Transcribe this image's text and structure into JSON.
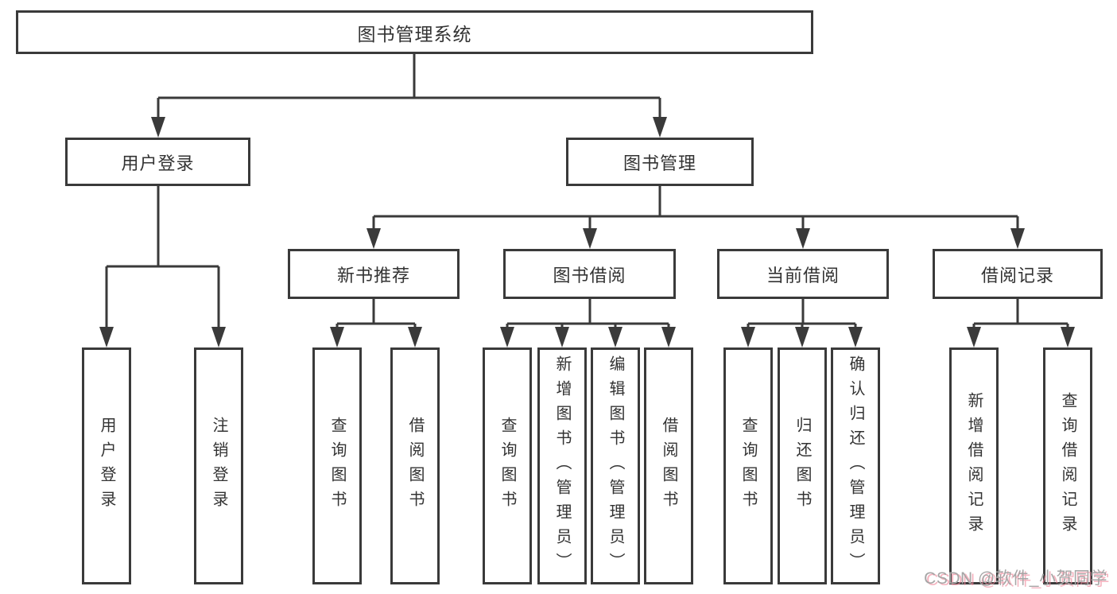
{
  "colors": {
    "line": "#3a3a3a",
    "box_border": "#3a3a3a",
    "text": "#333333",
    "background": "#ffffff",
    "watermark_text": "#a6a6a6",
    "watermark_shadow": "#ef8b9d"
  },
  "tree": {
    "root": "图书管理系统",
    "user_login": {
      "label": "用户登录",
      "children": [
        "用户登录",
        "注销登录"
      ]
    },
    "book_mgmt": {
      "label": "图书管理",
      "sections": [
        {
          "label": "新书推荐",
          "children": [
            "查询图书",
            "借阅图书"
          ]
        },
        {
          "label": "图书借阅",
          "children": [
            "查询图书",
            "新增图书（管理员）",
            "编辑图书（管理员）",
            "借阅图书"
          ]
        },
        {
          "label": "当前借阅",
          "children": [
            "查询图书",
            "归还图书",
            "确认归还（管理员）"
          ]
        },
        {
          "label": "借阅记录",
          "children": [
            "新增借阅记录",
            "查询借阅记录"
          ]
        }
      ]
    }
  },
  "watermark": "CSDN @软件_小贺同学"
}
